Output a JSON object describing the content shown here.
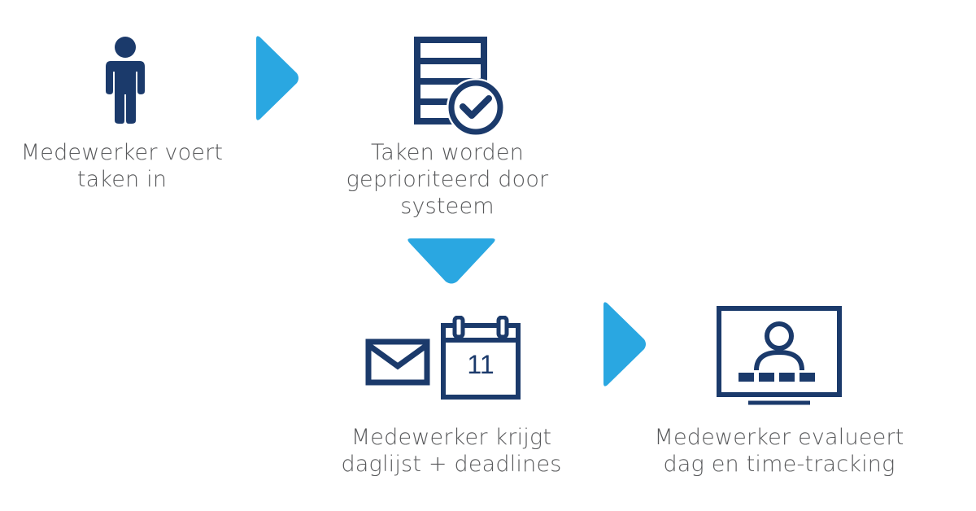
{
  "colors": {
    "navy": "#1b3a6b",
    "arrow_blue": "#2aa7e1",
    "text_gray": "#58595b"
  },
  "steps": [
    {
      "icon": "person-icon",
      "caption": "Medewerker voert\ntaken in"
    },
    {
      "icon": "list-check-icon",
      "caption": "Taken worden\ngeprioriteerd door\nsysteem"
    },
    {
      "icon": "mail-calendar-icon",
      "caption": "Medewerker krijgt\ndaglijst + deadlines",
      "calendar_day": "11"
    },
    {
      "icon": "monitor-user-icon",
      "caption": "Medewerker evalueert\ndag en time-tracking"
    }
  ],
  "arrows": [
    {
      "icon": "arrow-right-icon"
    },
    {
      "icon": "arrow-down-icon"
    },
    {
      "icon": "arrow-right-icon"
    }
  ]
}
